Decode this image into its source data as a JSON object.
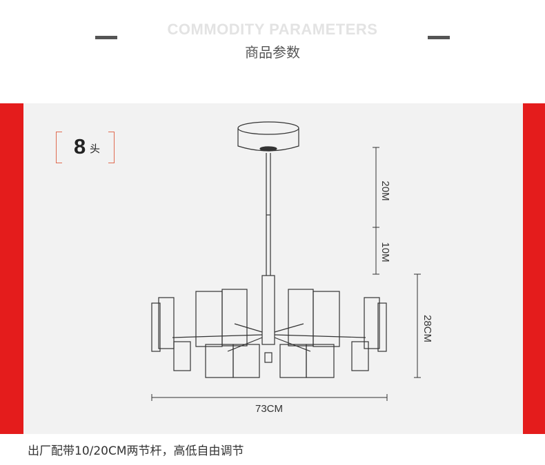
{
  "header": {
    "title_en": "COMMODITY PARAMETERS",
    "title_zh": "商品参数"
  },
  "badge": {
    "number": "8",
    "unit": "头"
  },
  "dimensions": {
    "rod_upper": "20M",
    "rod_lower": "10M",
    "height": "28CM",
    "width": "73CM"
  },
  "footer": {
    "note": "出厂配带10/20CM两节杆，高低自由调节"
  },
  "colors": {
    "accent_red": "#e41c1c",
    "band_background": "#f2f2f2",
    "text_dark": "#333333",
    "header_faint": "#e3e3e3"
  }
}
